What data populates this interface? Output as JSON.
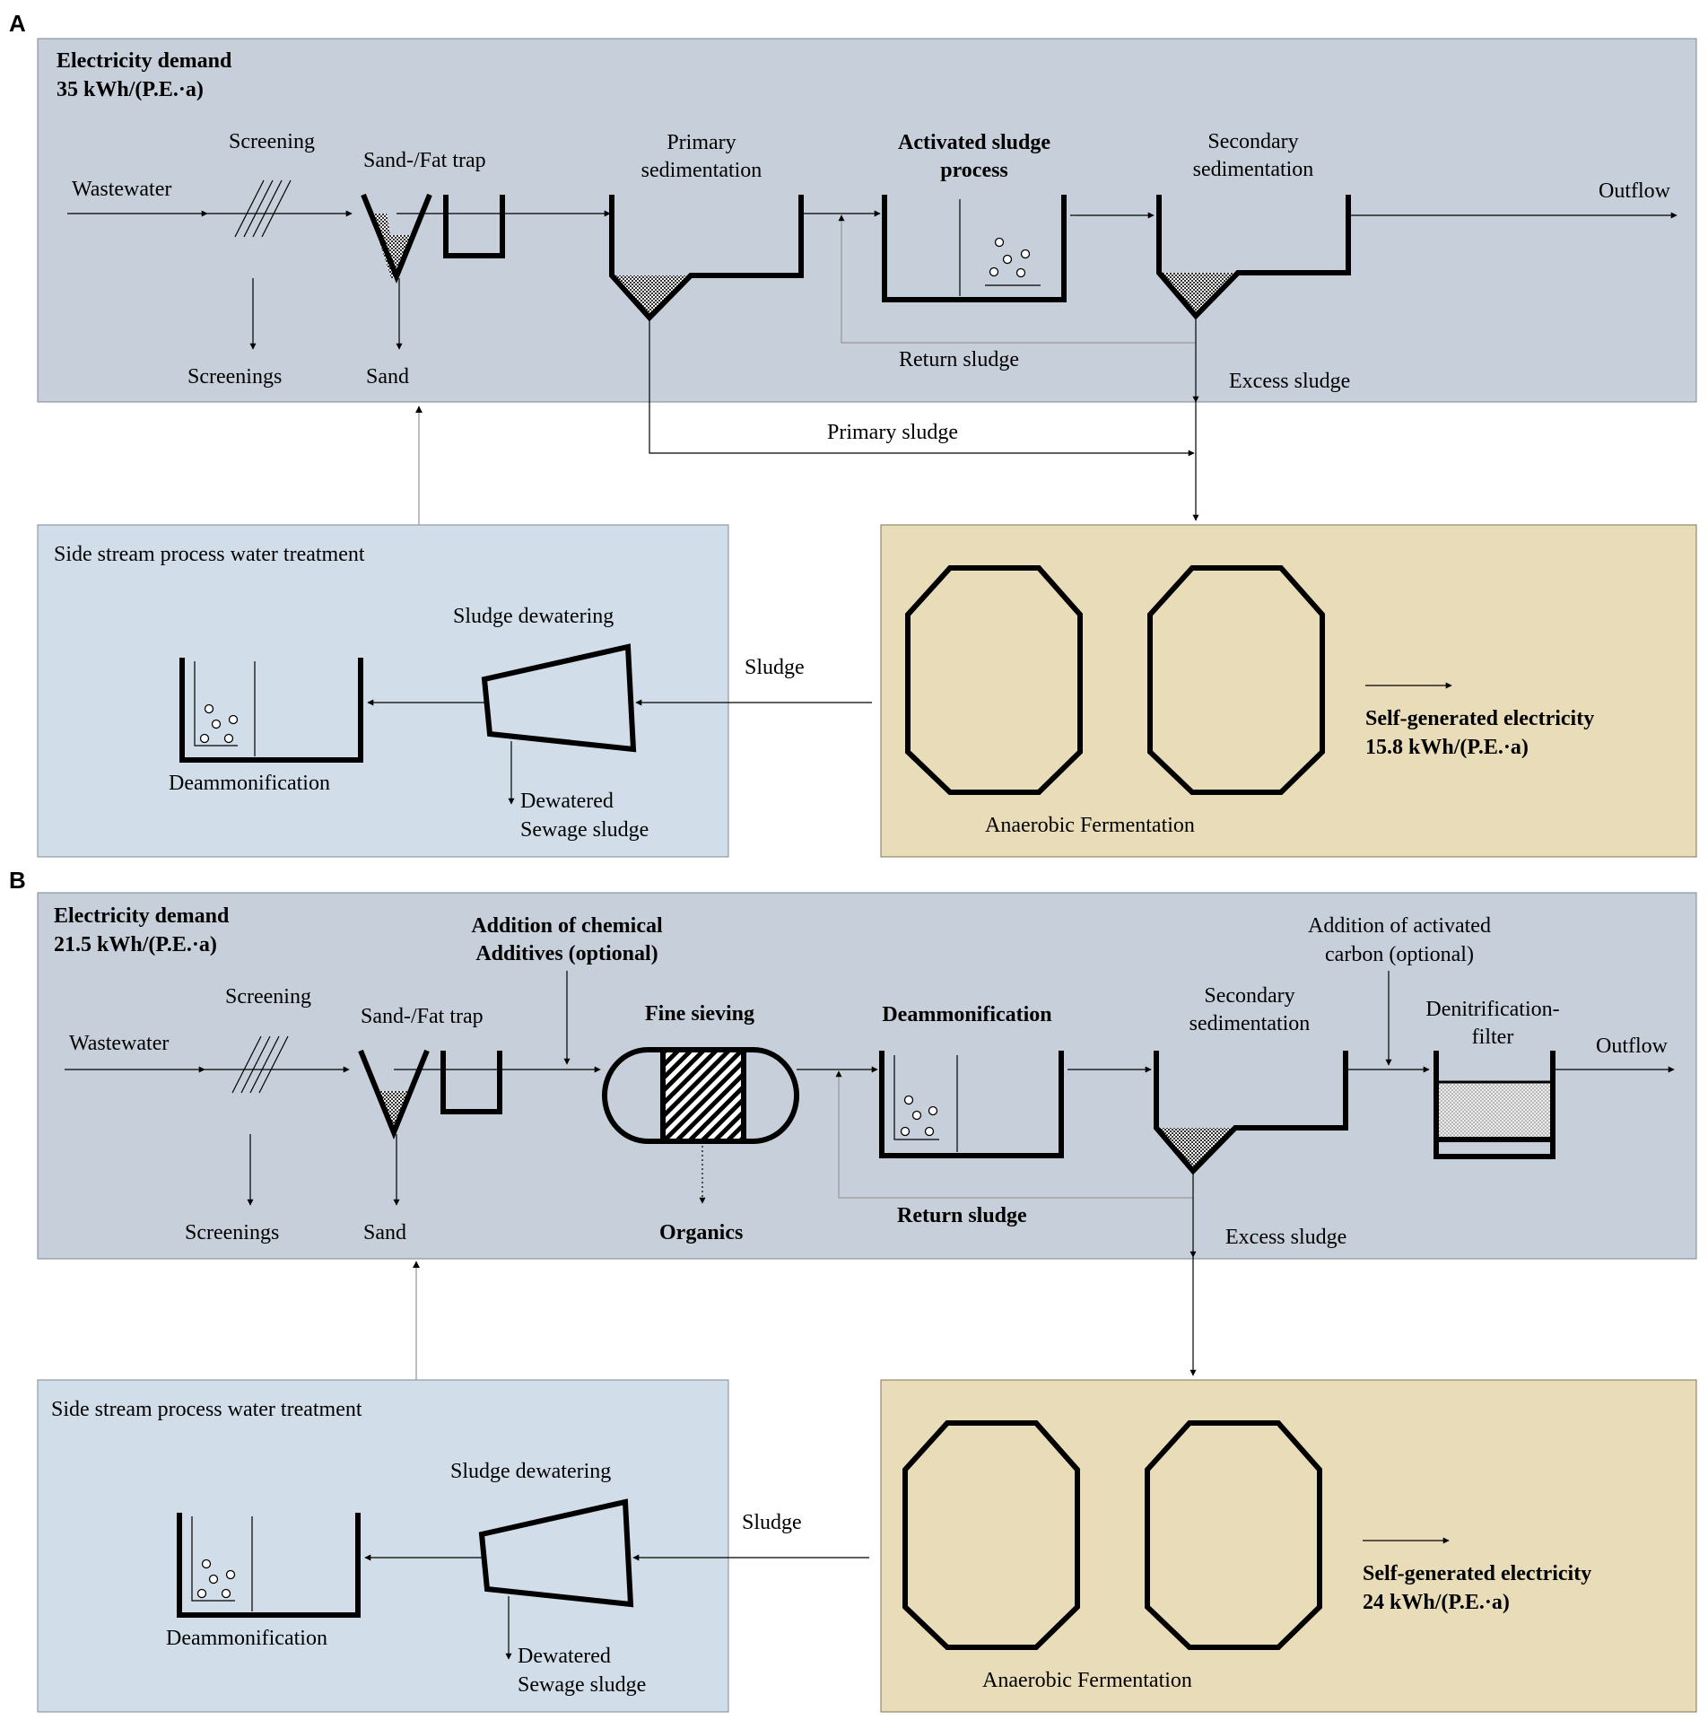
{
  "panel_a": {
    "letter": "A",
    "demand_title": "Electricity demand",
    "demand_value": "35 kWh/(P.E.·a)",
    "wastewater": "Wastewater",
    "screening": "Screening",
    "sand_fat_trap": "Sand-/Fat trap",
    "primary_1": "Primary",
    "primary_2": "sedimentation",
    "activated_1": "Activated sludge",
    "activated_2": "process",
    "secondary_1": "Secondary",
    "secondary_2": "sedimentation",
    "outflow": "Outflow",
    "screenings": "Screenings",
    "sand": "Sand",
    "return_sludge": "Return sludge",
    "excess_sludge": "Excess sludge",
    "primary_sludge": "Primary sludge",
    "side_stream": "Side stream process water treatment",
    "sludge_dewatering": "Sludge dewatering",
    "sludge": "Sludge",
    "deammonification": "Deammonification",
    "dewatered_1": "Dewatered",
    "dewatered_2": "Sewage sludge",
    "anaerobic": "Anaerobic Fermentation",
    "selfgen_title": "Self-generated electricity",
    "selfgen_value": "15.8 kWh/(P.E.·a)"
  },
  "panel_b": {
    "letter": "B",
    "demand_title": "Electricity demand",
    "demand_value": "21.5 kWh/(P.E.·a)",
    "chem_1": "Addition of chemical",
    "chem_2": "Additives (optional)",
    "wastewater": "Wastewater",
    "screening": "Screening",
    "sand_fat_trap": "Sand-/Fat trap",
    "fine_sieving": "Fine sieving",
    "deammonification_main": "Deammonification",
    "secondary_1": "Secondary",
    "secondary_2": "sedimentation",
    "carbon_1": "Addition of activated",
    "carbon_2": "carbon (optional)",
    "denit_1": "Denitrification-",
    "denit_2": "filter",
    "outflow": "Outflow",
    "screenings": "Screenings",
    "sand": "Sand",
    "organics": "Organics",
    "return_sludge": "Return sludge",
    "excess_sludge": "Excess sludge",
    "side_stream": "Side stream process water treatment",
    "sludge_dewatering": "Sludge dewatering",
    "sludge": "Sludge",
    "deammonification": "Deammonification",
    "dewatered_1": "Dewatered",
    "dewatered_2": "Sewage sludge",
    "anaerobic": "Anaerobic Fermentation",
    "selfgen_title": "Self-generated electricity",
    "selfgen_value": "24 kWh/(P.E.·a)"
  },
  "colors": {
    "main_panel": "#c6cfda",
    "side_panel": "#d1dee9",
    "anaerobic_panel": "#e9dcb8",
    "digester_b_stroke": "#2e2410"
  }
}
